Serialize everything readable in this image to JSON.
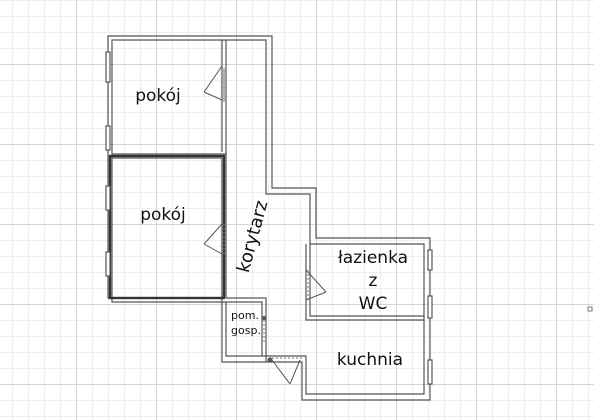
{
  "rooms": {
    "pokoj_top": "pokój",
    "pokoj_bottom": "pokój",
    "korytarz": "korytarz",
    "lazienka_line1": "łazienka",
    "lazienka_line2": "z",
    "lazienka_line3": "WC",
    "pom_line1": "pom.",
    "pom_line2": "gosp.",
    "kuchnia": "kuchnia"
  },
  "colors": {
    "wall": "#555555",
    "wall_fill": "#ffffff",
    "background": "#ffffff"
  }
}
